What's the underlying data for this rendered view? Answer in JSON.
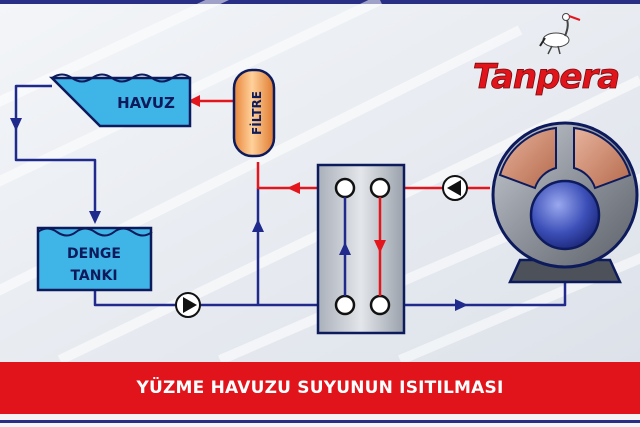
{
  "brand": {
    "name": "Tanpera",
    "color": "#e1141b"
  },
  "labels": {
    "pool": "HAVUZ",
    "filter": "FİLTRE",
    "balance_tank_line1": "DENGE",
    "balance_tank_line2": "TANKI"
  },
  "caption": "YÜZME HAVUZU SUYUNUN ISITILMASI",
  "colors": {
    "hot_line": "#e3161e",
    "cold_line": "#1f2a8c",
    "water": "#3fb4e6",
    "filter_body": "#f2a05a",
    "banner": "#e1141b"
  },
  "icons": [
    "stork-icon",
    "pump-icon",
    "boiler-icon",
    "heat-exchanger-icon"
  ]
}
